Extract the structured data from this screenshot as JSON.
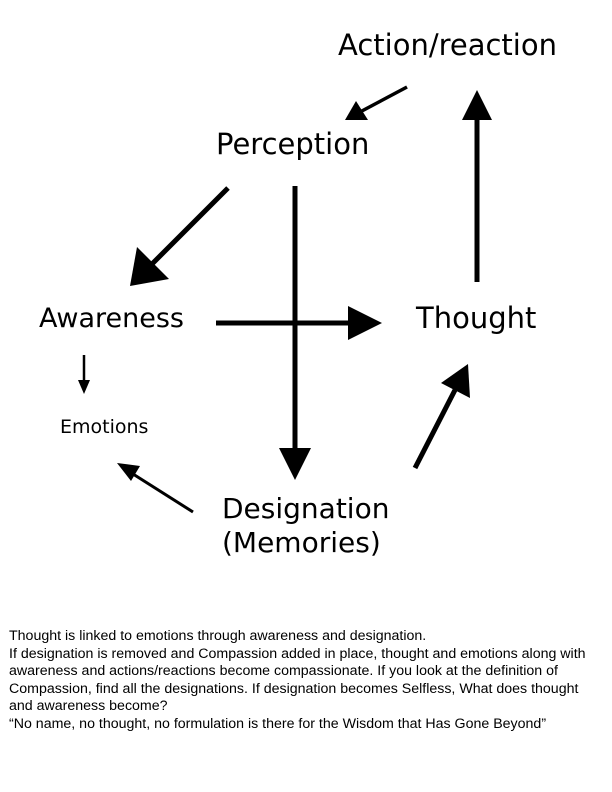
{
  "diagram": {
    "nodes": {
      "action_reaction": "Action/reaction",
      "perception": "Perception",
      "awareness": "Awareness",
      "thought": "Thought",
      "emotions": "Emotions",
      "designation": "Designation",
      "memories": "(Memories)"
    },
    "edges": [
      {
        "from": "Action/reaction",
        "to": "Perception"
      },
      {
        "from": "Perception",
        "to": "Awareness"
      },
      {
        "from": "Perception",
        "to": "Designation"
      },
      {
        "from": "Awareness",
        "to": "Thought"
      },
      {
        "from": "Awareness",
        "to": "Emotions"
      },
      {
        "from": "Designation",
        "to": "Thought"
      },
      {
        "from": "Designation",
        "to": "Emotions"
      },
      {
        "from": "Thought",
        "to": "Action/reaction"
      }
    ],
    "colors": {
      "ink": "#000000",
      "background": "#ffffff"
    }
  },
  "caption": {
    "line1": "Thought is linked to emotions through awareness and designation.",
    "paragraph2": "If designation is removed and Compassion added in place, thought and emotions along with awareness and actions/reactions become compassionate.  If you look at the definition of Compassion, find all the designations.  If designation becomes Selfless, What does thought and awareness become?",
    "quote": "“No name, no thought, no formulation is there for the Wisdom that Has Gone Beyond”"
  }
}
